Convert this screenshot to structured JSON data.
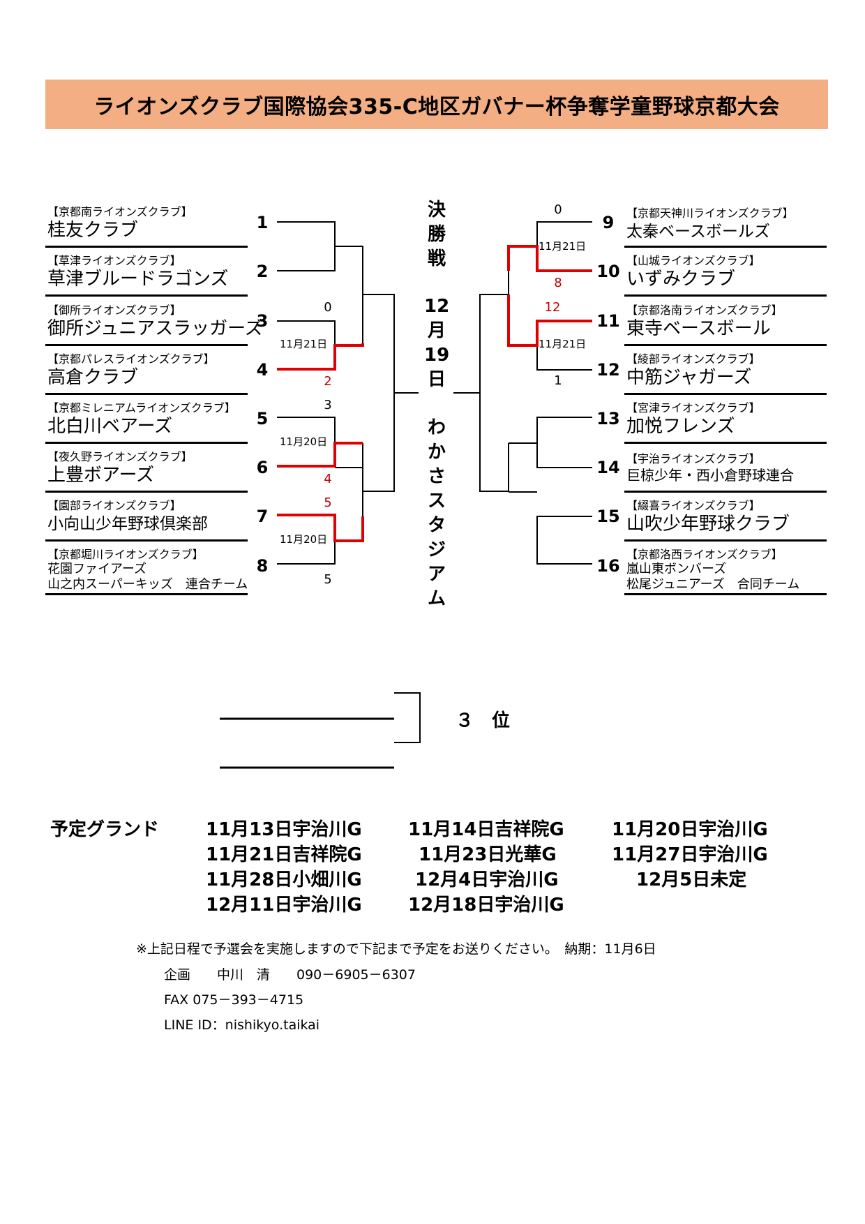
{
  "title": "ライオンズクラブ国際協会335-C地区ガバナー杯争奪学童野球京都大会",
  "left_teams": [
    {
      "seed": "1",
      "club": "【京都南ライオンズクラブ】",
      "name": "桂友クラブ"
    },
    {
      "seed": "2",
      "club": "【草津ライオンズクラブ】",
      "name": "草津ブルードラゴンズ"
    },
    {
      "seed": "3",
      "club": "【御所ライオンズクラブ】",
      "name": "御所ジュニアスラッガーズ"
    },
    {
      "seed": "4",
      "club": "【京都パレスライオンズクラブ】",
      "name": "高倉クラブ"
    },
    {
      "seed": "5",
      "club": "【京都ミレニアムライオンズクラブ】",
      "name": "北白川ベアーズ"
    },
    {
      "seed": "6",
      "club": "【夜久野ライオンズクラブ】",
      "name": "上豊ボアーズ"
    },
    {
      "seed": "7",
      "club": "【園部ライオンズクラブ】",
      "name": "小向山少年野球倶楽部"
    },
    {
      "seed": "8",
      "club": "【京都堀川ライオンズクラブ】",
      "name_lines": [
        "花園ファイアーズ",
        "山之内スーパーキッズ　連合チーム"
      ]
    }
  ],
  "right_teams": [
    {
      "seed": "9",
      "club": "【京都天神川ライオンズクラブ】",
      "name": "太秦ベースボールズ"
    },
    {
      "seed": "10",
      "club": "【山城ライオンズクラブ】",
      "name": "いずみクラブ"
    },
    {
      "seed": "11",
      "club": "【京都洛南ライオンズクラブ】",
      "name": "東寺ベースボール"
    },
    {
      "seed": "12",
      "club": "【綾部ライオンズクラブ】",
      "name": "中筋ジャガーズ"
    },
    {
      "seed": "13",
      "club": "【宮津ライオンズクラブ】",
      "name": "加悦フレンズ"
    },
    {
      "seed": "14",
      "club": "【宇治ライオンズクラブ】",
      "name": "巨椋少年・西小倉野球連合"
    },
    {
      "seed": "15",
      "club": "【綴喜ライオンズクラブ】",
      "name": "山吹少年野球クラブ"
    },
    {
      "seed": "16",
      "club": "【京都洛西ライオンズクラブ】",
      "name_lines": [
        "嵐山東ボンバーズ",
        "松尾ジュニアーズ　合同チーム"
      ]
    }
  ],
  "matches": [
    {
      "id": "m3v4",
      "date": "11月21日",
      "top_score": "0",
      "bottom_score": "2",
      "winner": "bottom"
    },
    {
      "id": "m5v6",
      "date": "11月20日",
      "top_score": "3",
      "bottom_score": "4",
      "winner": "bottom"
    },
    {
      "id": "m7v8",
      "date": "11月20日",
      "top_score": "5",
      "bottom_score": "5",
      "winner": "top"
    },
    {
      "id": "m9v10",
      "date": "11月21日",
      "top_score": "0",
      "bottom_score": "8",
      "winner": "bottom"
    },
    {
      "id": "m11v12",
      "date": "11月21日",
      "top_score": "12",
      "bottom_score": "1",
      "winner": "top"
    }
  ],
  "final_label": [
    "決",
    "勝",
    "戦"
  ],
  "final_date": [
    "12",
    "月",
    "19",
    "日"
  ],
  "final_venue": [
    "わ",
    "か",
    "さ",
    "ス",
    "タ",
    "ジ",
    "ア",
    "ム"
  ],
  "third_place_label": "３　位",
  "schedule": {
    "label": "予定グランド",
    "entries": [
      "11月13日宇治川G",
      "11月14日吉祥院G",
      "11月20日宇治川G",
      "11月21日吉祥院G",
      "11月23日光華G",
      "11月27日宇治川G",
      "11月28日小畑川G",
      "12月4日宇治川G",
      "12月5日未定",
      "12月11日宇治川G",
      "12月18日宇治川G"
    ]
  },
  "notes": {
    "line1": "※上記日程で予選会を実施しますので下記まで予定をお送りください。　納期：11月6日",
    "line2": "企画　　中川　清　　090－6905－6307",
    "line3": "FAX 075－393－4715",
    "line4": "LINE ID：nishikyo.taikai"
  },
  "colors": {
    "banner": "#f4ae84",
    "winner_line": "#e00000",
    "winner_score": "#c00000"
  }
}
